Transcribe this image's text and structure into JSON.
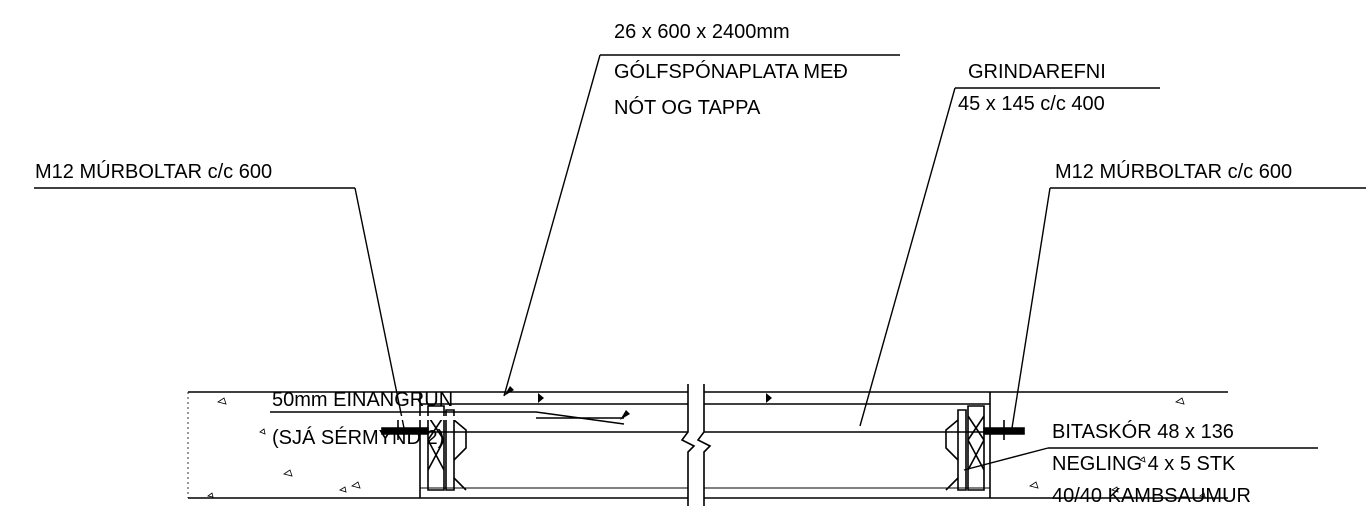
{
  "labels": {
    "panel_size": "26 x 600 x 2400mm",
    "panel_name": "GÓLFSPÓNAPLATA MEÐ",
    "panel_joint": "NÓT OG TAPPA",
    "frame_name": "GRINDAREFNI",
    "frame_size": "45 x 145 c/c 400",
    "bolts_left": "M12 MÚRBOLTAR c/c 600",
    "bolts_right": "M12 MÚRBOLTAR c/c 600",
    "insulation": "50mm EINANGRUN",
    "insulation_ref": "(SJÁ SÉRMYND 2)",
    "hanger": "BITASKÓR 48 x 136",
    "nailing": "NEGLING  4 x 5 STK",
    "nails": "40/40 KAMBSAUMUR"
  },
  "colors": {
    "ink": "#000000",
    "background": "#ffffff"
  }
}
